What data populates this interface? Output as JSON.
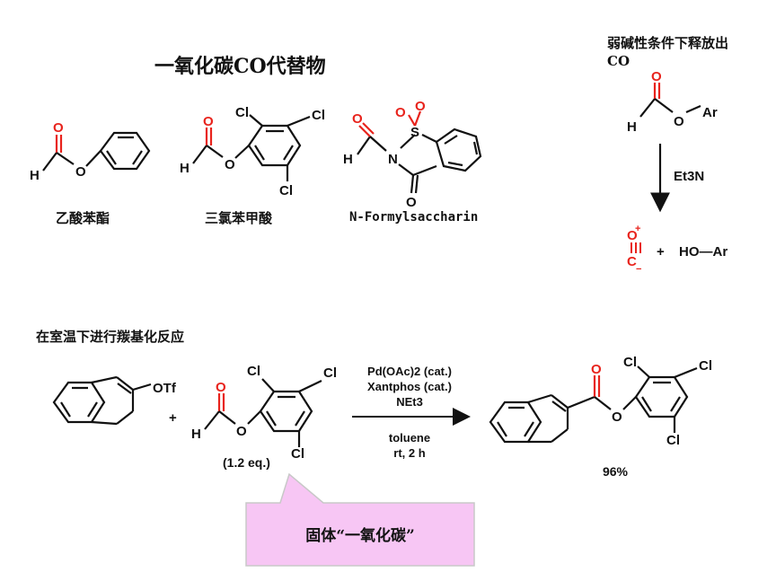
{
  "colors": {
    "oxygen_red": "#e8231c",
    "bond": "#111111",
    "callout_fill": "#f7c6f4",
    "callout_stroke": "#c8c8c8"
  },
  "header": {
    "title": "一氧化碳CO代替物"
  },
  "compounds": [
    {
      "name": "乙酸苯酯"
    },
    {
      "name": "三氯苯甲酸"
    },
    {
      "name": "N-Formylsaccharin"
    }
  ],
  "release_panel": {
    "note_line1": "弱碱性条件下释放出",
    "note_line2": "CO",
    "reagent": "Et3N",
    "plus": "+",
    "product": "HO—Ar",
    "formate_R": "Ar"
  },
  "reaction_section": {
    "title": "在室温下进行羰基化反应",
    "conditions": [
      "Pd(OAc)2 (cat.)",
      "Xantphos (cat.)",
      "NEt3",
      "toluene",
      "rt, 2 h"
    ],
    "equivalents": "(1.2 eq.)",
    "yield": "96%",
    "plus": "+",
    "substituent_OTf": "OTf"
  },
  "callout": {
    "text": "固体“一氧化碳”"
  },
  "atoms": {
    "O": "O",
    "H": "H",
    "Cl": "Cl",
    "N": "N",
    "S": "S",
    "C": "C"
  },
  "icons": [
    "reaction-arrow-icon",
    "down-arrow-icon"
  ]
}
